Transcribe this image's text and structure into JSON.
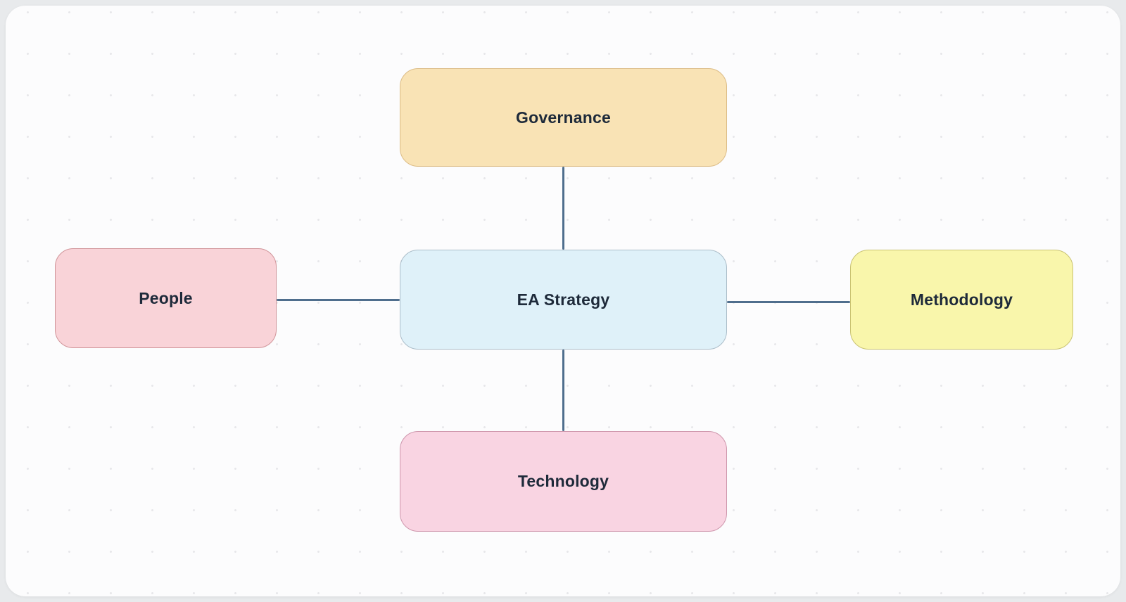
{
  "nodes": [
    {
      "id": "governance",
      "label": "Governance",
      "fill": "#f9e3b5",
      "border": "#dcbc86"
    },
    {
      "id": "people",
      "label": "People",
      "fill": "#f9d3d8",
      "border": "#d09499"
    },
    {
      "id": "ea-strategy",
      "label": "EA Strategy",
      "fill": "#dff1f9",
      "border": "#abbdc9"
    },
    {
      "id": "methodology",
      "label": "Methodology",
      "fill": "#f9f6ab",
      "border": "#c9c272"
    },
    {
      "id": "technology",
      "label": "Technology",
      "fill": "#f9d4e2",
      "border": "#ce96ac"
    }
  ],
  "edges": [
    {
      "from": "governance",
      "to": "ea-strategy"
    },
    {
      "from": "people",
      "to": "ea-strategy"
    },
    {
      "from": "ea-strategy",
      "to": "methodology"
    },
    {
      "from": "ea-strategy",
      "to": "technology"
    }
  ],
  "colors": {
    "connector": "#4f6e8d",
    "canvas_background": "#fcfcfd",
    "page_background": "#e8eaec",
    "dot_grid": "#e7e7ea",
    "node_text": "#1e2a3a"
  }
}
